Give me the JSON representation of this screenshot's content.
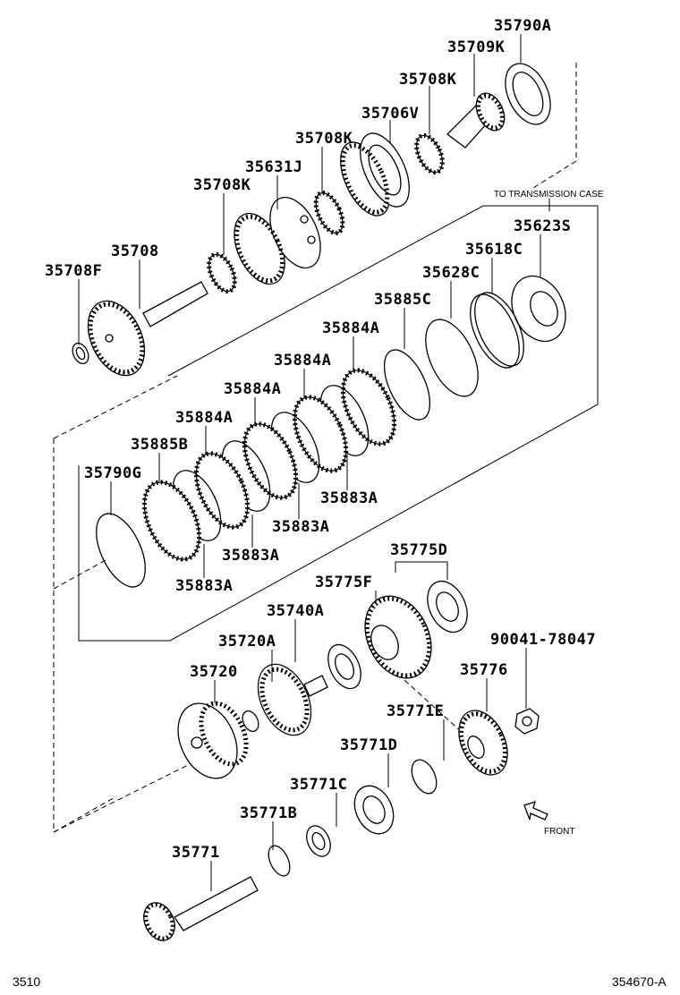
{
  "labels": {
    "p35790A": "35790A",
    "p35709K": "35709K",
    "p35708K_1": "35708K",
    "p35706V": "35706V",
    "p35708K_2": "35708K",
    "p35631J": "35631J",
    "p35708K_3": "35708K",
    "p35708": "35708",
    "p35708F": "35708F",
    "p35623S": "35623S",
    "p35618C": "35618C",
    "p35628C": "35628C",
    "p35885C": "35885C",
    "p35884A_1": "35884A",
    "p35884A_2": "35884A",
    "p35884A_3": "35884A",
    "p35884A_4": "35884A",
    "p35885B": "35885B",
    "p35790G": "35790G",
    "p35883A_1": "35883A",
    "p35883A_2": "35883A",
    "p35883A_3": "35883A",
    "p35883A_4": "35883A",
    "p35775D": "35775D",
    "p35775F": "35775F",
    "p35740A": "35740A",
    "p35720A": "35720A",
    "p35720": "35720",
    "p90041": "90041-78047",
    "p35776": "35776",
    "p35771E": "35771E",
    "p35771D": "35771D",
    "p35771C": "35771C",
    "p35771B": "35771B",
    "p35771": "35771"
  },
  "notes": {
    "to_case": "TO TRANSMISSION CASE",
    "front": "FRONT"
  },
  "footer": {
    "left": "3510",
    "right": "354670-A"
  }
}
